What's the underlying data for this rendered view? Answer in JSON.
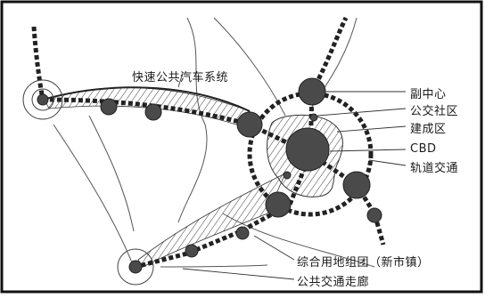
{
  "labels": {
    "bus_system": "快速公共汽车系统",
    "sub_center": "副中心",
    "community": "公交社区",
    "built_area": "建成区",
    "cbd": "CBD",
    "rail_transit": "轨道交通",
    "mixed_use": "综合用地组团（新市镇）",
    "corridor": "公共交通走廊"
  },
  "colors": {
    "node_fill": "#4a4a4a",
    "line": "#222222",
    "hatch": "#3a3a3a"
  }
}
